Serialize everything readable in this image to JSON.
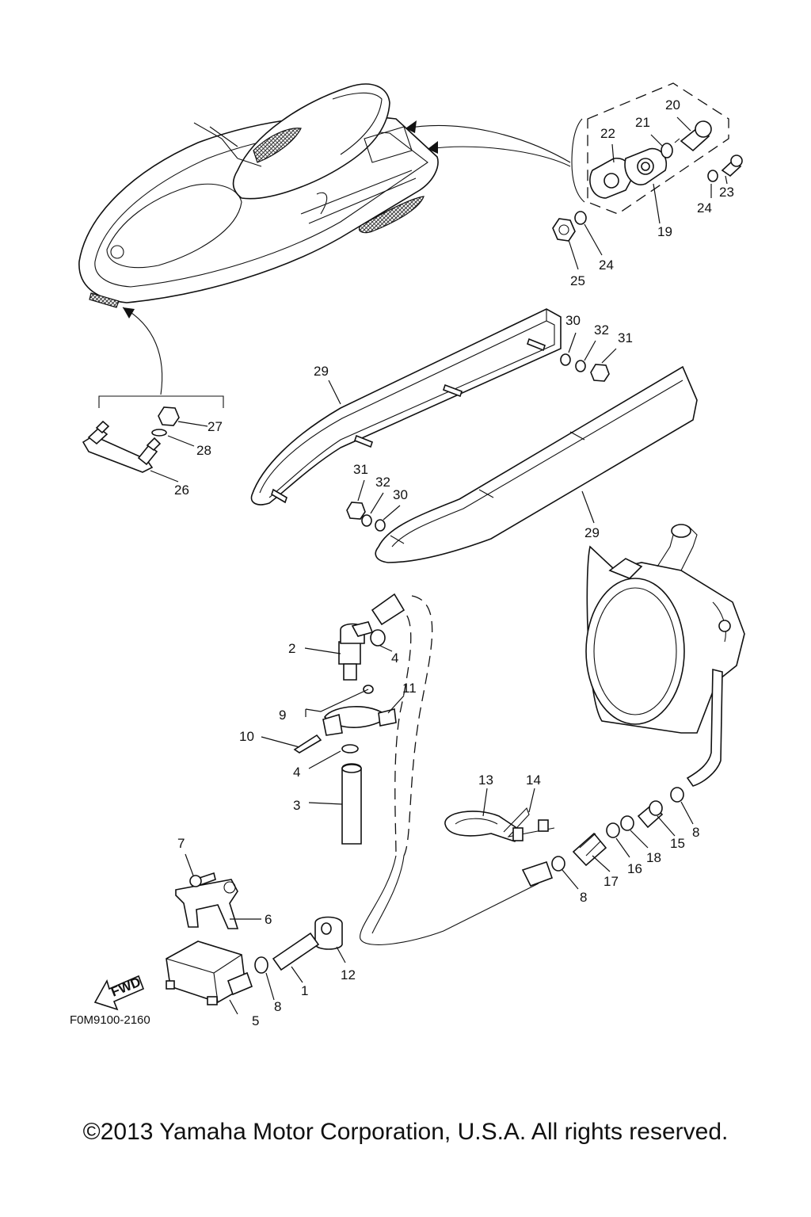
{
  "drawing_code": "F0M9100-2160",
  "fwd_label": "FWD",
  "copyright": "©2013 Yamaha Motor Corporation, U.S.A. All rights reserved.",
  "callouts": [
    {
      "id": "c1",
      "text": "1"
    },
    {
      "id": "c2",
      "text": "2"
    },
    {
      "id": "c3",
      "text": "3"
    },
    {
      "id": "c4a",
      "text": "4"
    },
    {
      "id": "c4b",
      "text": "4"
    },
    {
      "id": "c5",
      "text": "5"
    },
    {
      "id": "c6",
      "text": "6"
    },
    {
      "id": "c7",
      "text": "7"
    },
    {
      "id": "c8a",
      "text": "8"
    },
    {
      "id": "c8b",
      "text": "8"
    },
    {
      "id": "c8c",
      "text": "8"
    },
    {
      "id": "c9",
      "text": "9"
    },
    {
      "id": "c10",
      "text": "10"
    },
    {
      "id": "c11",
      "text": "11"
    },
    {
      "id": "c12",
      "text": "12"
    },
    {
      "id": "c13",
      "text": "13"
    },
    {
      "id": "c14",
      "text": "14"
    },
    {
      "id": "c15",
      "text": "15"
    },
    {
      "id": "c16",
      "text": "16"
    },
    {
      "id": "c17",
      "text": "17"
    },
    {
      "id": "c18",
      "text": "18"
    },
    {
      "id": "c19",
      "text": "19"
    },
    {
      "id": "c20",
      "text": "20"
    },
    {
      "id": "c21",
      "text": "21"
    },
    {
      "id": "c22",
      "text": "22"
    },
    {
      "id": "c23",
      "text": "23"
    },
    {
      "id": "c24a",
      "text": "24"
    },
    {
      "id": "c24b",
      "text": "24"
    },
    {
      "id": "c25",
      "text": "25"
    },
    {
      "id": "c26",
      "text": "26"
    },
    {
      "id": "c27",
      "text": "27"
    },
    {
      "id": "c28",
      "text": "28"
    },
    {
      "id": "c29a",
      "text": "29"
    },
    {
      "id": "c29b",
      "text": "29"
    },
    {
      "id": "c30a",
      "text": "30"
    },
    {
      "id": "c30b",
      "text": "30"
    },
    {
      "id": "c31a",
      "text": "31"
    },
    {
      "id": "c31b",
      "text": "31"
    },
    {
      "id": "c32a",
      "text": "32"
    },
    {
      "id": "c32b",
      "text": "32"
    }
  ]
}
